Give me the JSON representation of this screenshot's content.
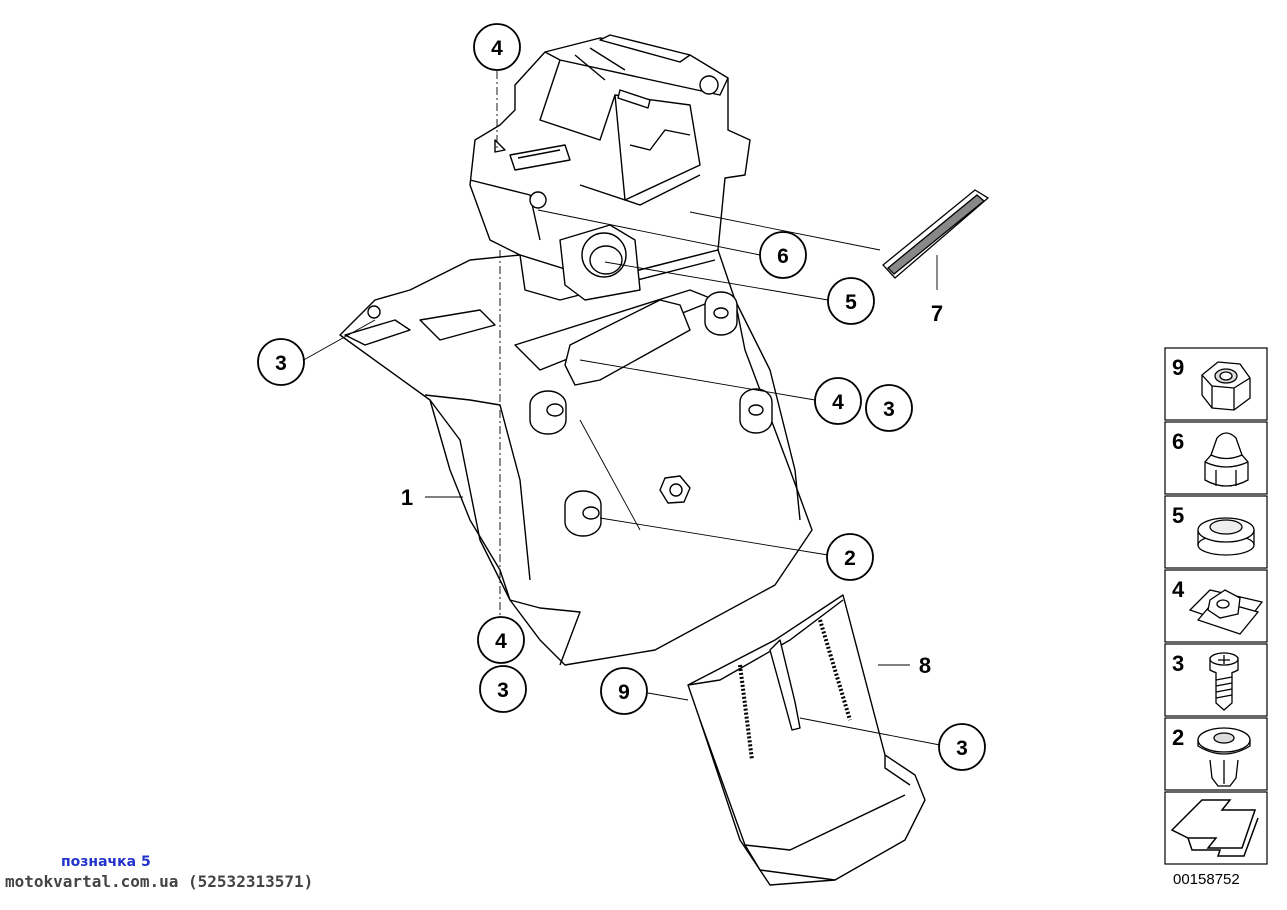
{
  "callouts": {
    "c4_top": "4",
    "c6": "6",
    "c5": "5",
    "c7": "7",
    "c3_left": "3",
    "c4_mid": "4",
    "c3_mid": "3",
    "c1": "1",
    "c2": "2",
    "c4_bottom": "4",
    "c3_bottom": "3",
    "c9": "9",
    "c8": "8",
    "c3_right": "3"
  },
  "legend": {
    "items": [
      {
        "number": "9",
        "part": "hex nut"
      },
      {
        "number": "6",
        "part": "cap nut"
      },
      {
        "number": "5",
        "part": "rubber grommet"
      },
      {
        "number": "4",
        "part": "spring nut clip"
      },
      {
        "number": "3",
        "part": "screw"
      },
      {
        "number": "2",
        "part": "expanding rivet"
      }
    ],
    "arrow_icon": "direction-arrow-icon"
  },
  "diagram_code": "00158752",
  "watermark": {
    "label": "позначка 5",
    "site": "motokvartal.com.ua (52532313571)"
  },
  "colors": {
    "line": "#000000",
    "background": "#ffffff",
    "watermark_label": "#2233cc",
    "watermark_site": "#444444"
  }
}
